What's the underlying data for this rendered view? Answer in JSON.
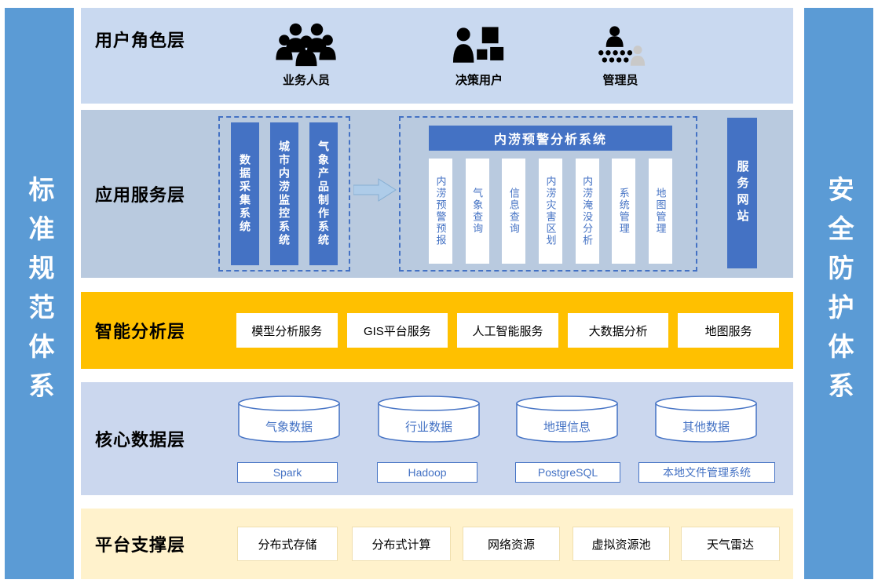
{
  "sidebars": {
    "left_label": "标准规范体系",
    "right_label": "安全防护体系"
  },
  "layers": {
    "user_role": {
      "label": "用户角色层",
      "roles": [
        {
          "label": "业务人员",
          "icon": "people-group-icon"
        },
        {
          "label": "决策用户",
          "icon": "person-chart-icon"
        },
        {
          "label": "管理员",
          "icon": "admin-team-icon"
        }
      ]
    },
    "application_service": {
      "label": "应用服务层",
      "source_systems": [
        "数据采集系统",
        "城市内涝监控系统",
        "气象产品制作系统"
      ],
      "analysis_system": {
        "title": "内涝预警分析系统",
        "modules": [
          "内涝预警预报",
          "气象查询",
          "信息查询",
          "内涝灾害区划",
          "内涝淹没分析",
          "系统管理",
          "地图管理"
        ]
      },
      "service_site": "服务网站"
    },
    "intelligent_analysis": {
      "label": "智能分析层",
      "services": [
        "模型分析服务",
        "GIS平台服务",
        "人工智能服务",
        "大数据分析",
        "地图服务"
      ]
    },
    "core_data": {
      "label": "核心数据层",
      "databases": [
        "气象数据",
        "行业数据",
        "地理信息",
        "其他数据"
      ],
      "platforms": [
        "Spark",
        "Hadoop",
        "PostgreSQL",
        "本地文件管理系统"
      ]
    },
    "platform_support": {
      "label": "平台支撑层",
      "resources": [
        "分布式存储",
        "分布式计算",
        "网络资源",
        "虚拟资源池",
        "天气雷达"
      ]
    }
  },
  "colors": {
    "pillar_blue": "#5B9BD5",
    "accent_blue": "#4472C4",
    "user_layer_bg": "#C9D9F0",
    "app_layer_bg": "#B9CADF",
    "analysis_layer_bg": "#FFC000",
    "data_layer_bg": "#CBD7EE",
    "support_layer_bg": "#FFF2CC"
  }
}
